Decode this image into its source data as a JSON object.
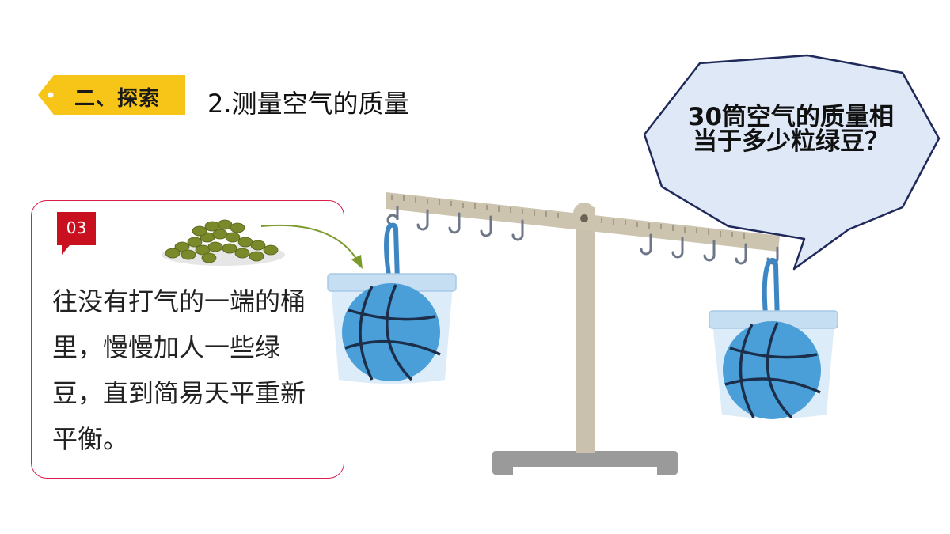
{
  "section": {
    "tag": "二、探索"
  },
  "title": "2.测量空气的质量",
  "step": {
    "number": "03",
    "text": " 往没有打气的一端的桶里，慢慢加人一些绿豆，直到简易天平重新平衡。"
  },
  "speech_bubble": {
    "text": "30筒空气的质量相当于多少粒绿豆？"
  },
  "colors": {
    "tag_yellow": "#f7c517",
    "badge_red": "#c8101f",
    "card_border": "#d9204a",
    "bubble_fill": "#dfe8f6",
    "bubble_stroke": "#1f2a5a",
    "ball_blue": "#4a9fd9",
    "stand": "#c9c0ae"
  },
  "icons": {
    "beans": "mung-beans-illustration",
    "arrow": "curved-arrow-icon",
    "scale": "balance-scale-illustration",
    "ball": "basketball-icon"
  }
}
